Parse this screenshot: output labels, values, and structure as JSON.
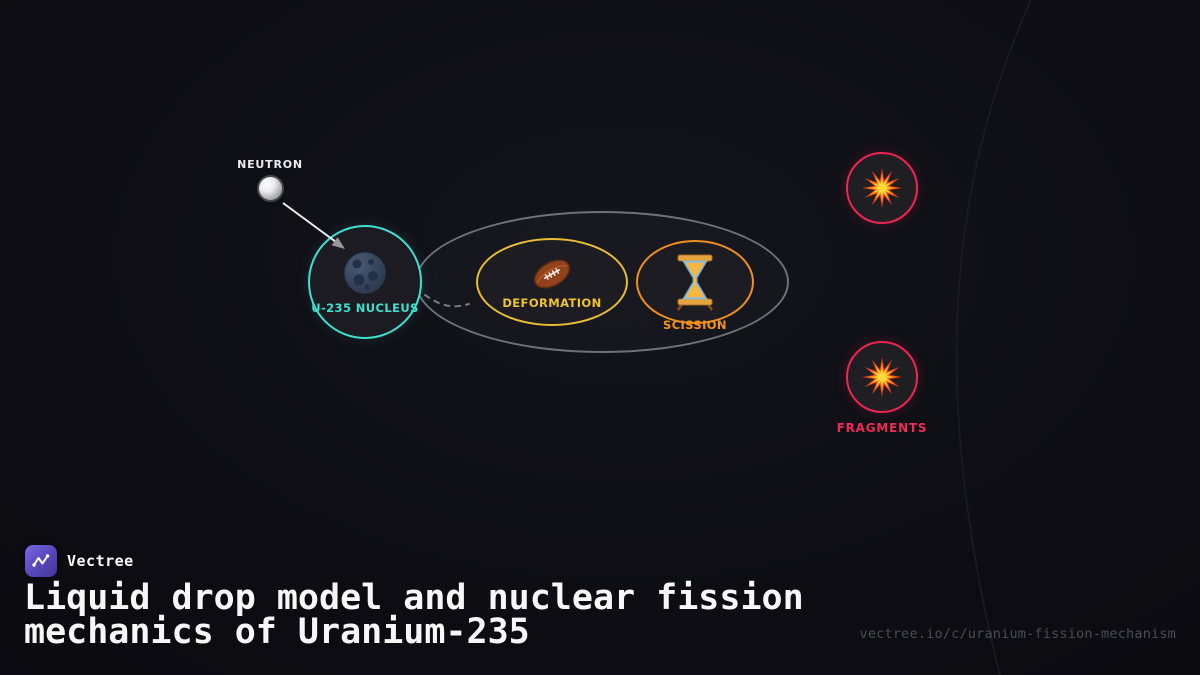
{
  "colors": {
    "background": "#0d0d13",
    "nucleus_accent": "#3fe0cf",
    "deformation_accent": "#f0c330",
    "scission_accent": "#f5921e",
    "fragments_accent": "#ee2a56",
    "transition_ellipse": "#70707a",
    "brand_purple": "#5b4fc0"
  },
  "diagram": {
    "neutron": {
      "label": "NEUTRON",
      "icon": "neutron-sphere-icon"
    },
    "nucleus": {
      "label": "U-235 NUCLEUS",
      "icon": "moon-icon",
      "color": "#3fe0cf"
    },
    "deformation": {
      "label": "DEFORMATION",
      "icon": "football-icon",
      "color": "#f0c330"
    },
    "scission": {
      "label": "SCISSION",
      "icon": "hourglass-icon",
      "color": "#f5921e"
    },
    "fragments": {
      "label": "FRAGMENTS",
      "icon": "explosion-icon",
      "color": "#ee2a56",
      "count": 2
    }
  },
  "footer": {
    "brand": "Vectree",
    "brand_icon": "wave-icon",
    "title_line1": "Liquid drop model and nuclear fission",
    "title_line2": "mechanics of Uranium-235",
    "url": "vectree.io/c/uranium-fission-mechanism"
  }
}
